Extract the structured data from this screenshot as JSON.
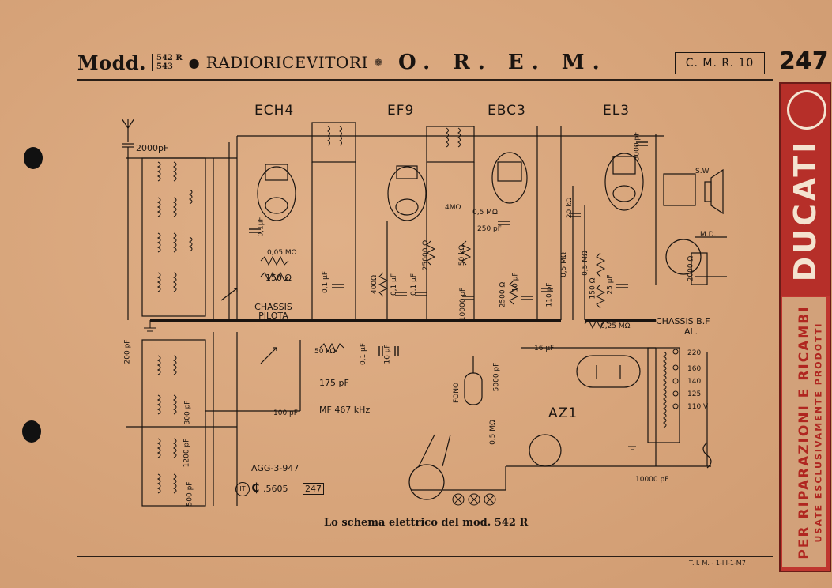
{
  "header": {
    "modd_label": "Modd.",
    "models": [
      "542 R",
      "543"
    ],
    "subject": "RADIORICEVITORI",
    "maker": "O. R. E. M.",
    "reference": "C. M. R. 10",
    "page_number": "247"
  },
  "sidebar": {
    "brand": "DUCATI",
    "line1": "PER RIPARAZIONI E RICAMBI",
    "line2": "USATE ESCLUSIVAMENTE PRODOTTI"
  },
  "tubes": [
    "ECH4",
    "EF9",
    "EBC3",
    "EL3",
    "AZ1"
  ],
  "components": {
    "antenna_cap": "2000pF",
    "c_01uF_a": "0,1µF",
    "r_005M": "0,05 MΩ",
    "r_150": "150 Ω",
    "chassis_pilota": "CHASSIS PILOTA",
    "c_01uF_b": "0,1 µF",
    "r_400": "400Ω",
    "c_01uF_c": "0,1 µF",
    "c_01uF_d": "0,1 µF",
    "r_25000": "25000 Ω",
    "r_4M": "4MΩ",
    "r_50k": "50 kΩ",
    "c_10000pF": "10000 pF",
    "r_05M": "0,5 MΩ",
    "c_250pF": "250 pF",
    "r_2500": "2500 Ω",
    "c_10uF": "10 µF",
    "c_110pF": "110 pF",
    "r_05M_pot": "0,5 MΩ",
    "r_20k": "20 kΩ",
    "r_05M_grid": "0,5 MΩ",
    "r_150_el": "150 Ω",
    "c_25uF": "25 µF",
    "c_5000pF_a": "5000 pF",
    "chassis_bf": "CHASSIS B.F",
    "chassis_al": "AL.",
    "r_025M": "0,25 MΩ",
    "r_50k_b": "50 kΩ",
    "c_01uF_e": "0,1 µF",
    "c_16uF_a": "16 µF",
    "c_16uF_b": "16 µF",
    "c_200pF": "200 pF",
    "trim_175": "175 pF",
    "mf_freq": "MF 467 kHz",
    "c_100pF": "100 pF",
    "c_300pF": "300 pF",
    "c_1200pF": "1200 pF",
    "c_500pF": "500 pF",
    "c_5000pF_b": "5000 pF",
    "r_05M_b": "0,5 MΩ",
    "fono": "FONO",
    "c_10000pF_b": "10000 pF",
    "sw": "S.W",
    "md": "M.D.",
    "r_2000": "2000 Ω",
    "volt_220": "220",
    "volt_160": "160",
    "volt_140": "140",
    "volt_125": "125",
    "volt_110": "110 V",
    "agg": "AGG-3-947",
    "cert": ".5605",
    "cert_box": "247"
  },
  "caption": "Lo schema elettrico del mod. 542 R",
  "footer": "T. I. M. - 1-III-1-M7"
}
